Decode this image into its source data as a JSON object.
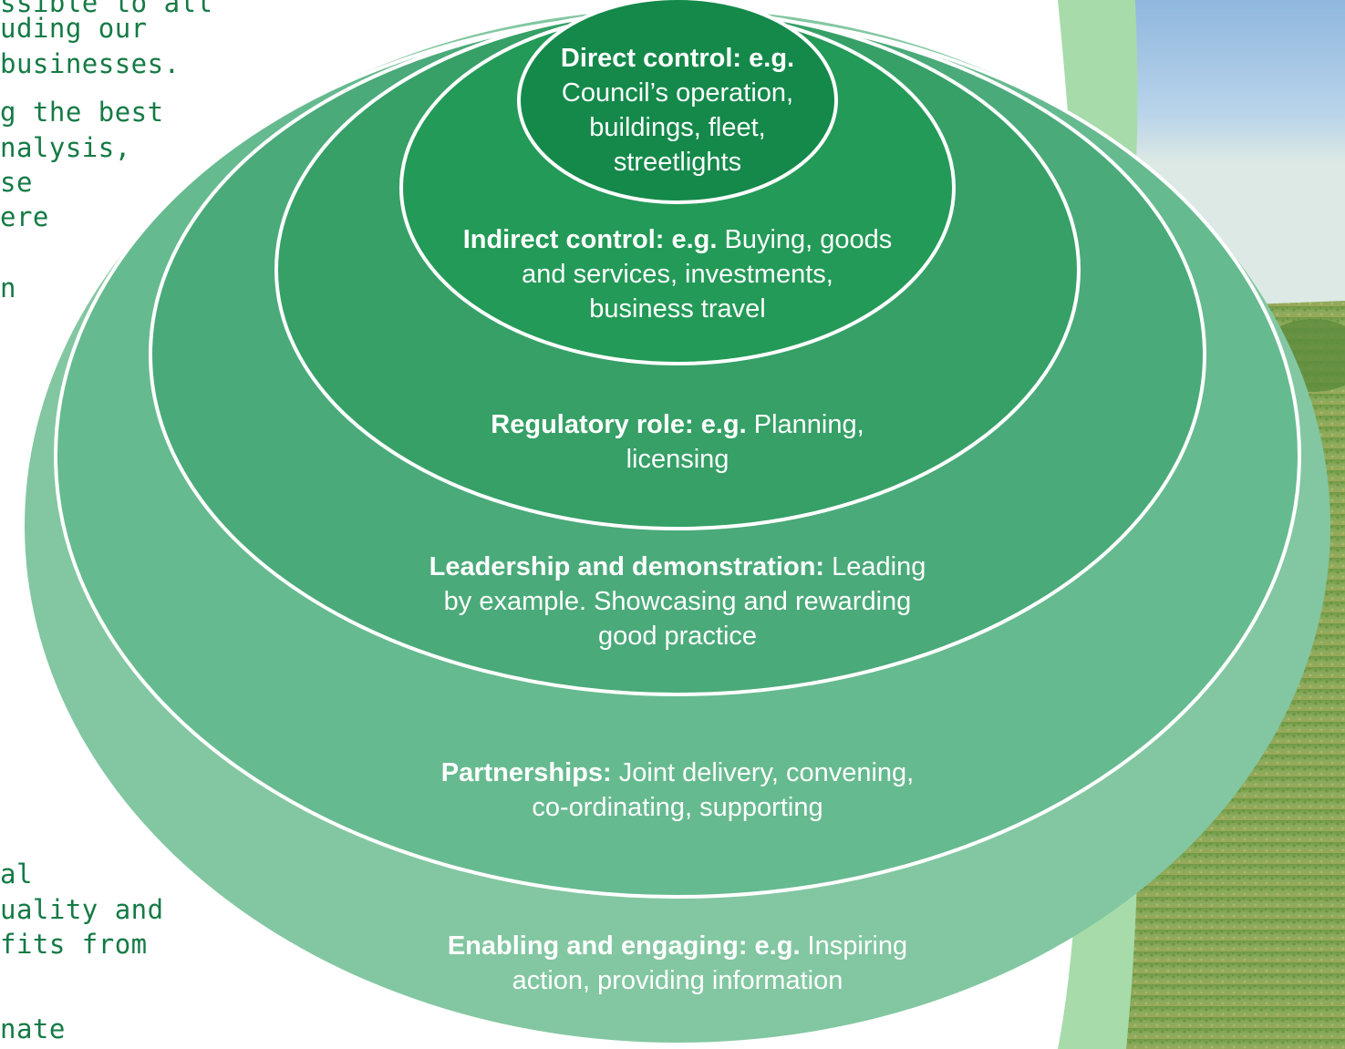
{
  "colors": {
    "ring_outer": "#82c7a1",
    "ring_partnerships": "#66ba8f",
    "ring_leadership": "#4aaa79",
    "ring_regulatory": "#36a067",
    "ring_indirect": "#239a57",
    "ring_direct": "#14894a",
    "text_green": "#157a45",
    "outline": "#ffffff",
    "photo_band": "#a7dbaa",
    "photo_sky": "#9fc4e0",
    "photo_grass": "#7ea257"
  },
  "left_text": {
    "line1": "ssible to all",
    "line2": "uding our",
    "line3": "businesses.",
    "line4": "g the best",
    "line5": "nalysis,",
    "line6": "se",
    "line7": "ere",
    "line8": "n",
    "line9": "al",
    "line10": "uality and",
    "line11": "fits from",
    "line12": "nate"
  },
  "rings": {
    "direct": {
      "bold": "Direct control: e.g.",
      "line1": "Council’s operation,",
      "line2": "buildings, fleet,",
      "line3": "streetlights"
    },
    "indirect": {
      "bold": "Indirect control: e.g.",
      "text_after_bold": " Buying, goods",
      "line2": "and services, investments,",
      "line3": "business travel"
    },
    "regulatory": {
      "bold": "Regulatory role: e.g.",
      "text_after_bold": " Planning,",
      "line2": "licensing"
    },
    "leadership": {
      "bold": "Leadership and demonstration:",
      "text_after_bold": " Leading",
      "line2": "by example. Showcasing and rewarding",
      "line3": "good practice"
    },
    "partnerships": {
      "bold": "Partnerships:",
      "text_after_bold": " Joint delivery, convening,",
      "line2": "co-ordinating, supporting"
    },
    "enabling": {
      "bold": "Enabling and engaging: e.g.",
      "text_after_bold": " Inspiring",
      "line2": "action, providing information"
    }
  }
}
